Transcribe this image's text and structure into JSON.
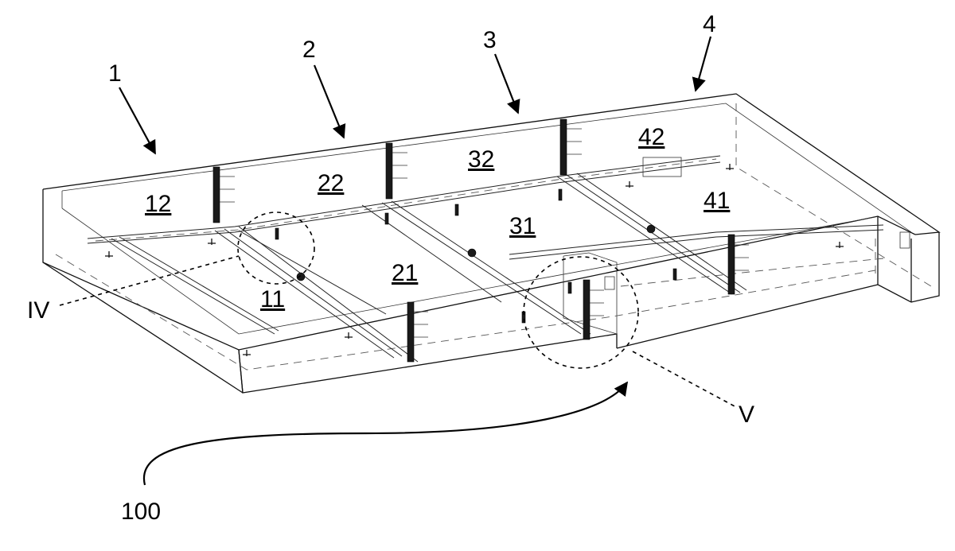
{
  "module_labels": [
    "1",
    "2",
    "3",
    "4"
  ],
  "panel_labels": [
    "12",
    "22",
    "32",
    "42",
    "11",
    "21",
    "31",
    "41"
  ],
  "detail_labels": [
    "IV",
    "V"
  ],
  "assembly_label": "100",
  "icons": [
    "arrow-icon",
    "detail-circle-icon"
  ]
}
